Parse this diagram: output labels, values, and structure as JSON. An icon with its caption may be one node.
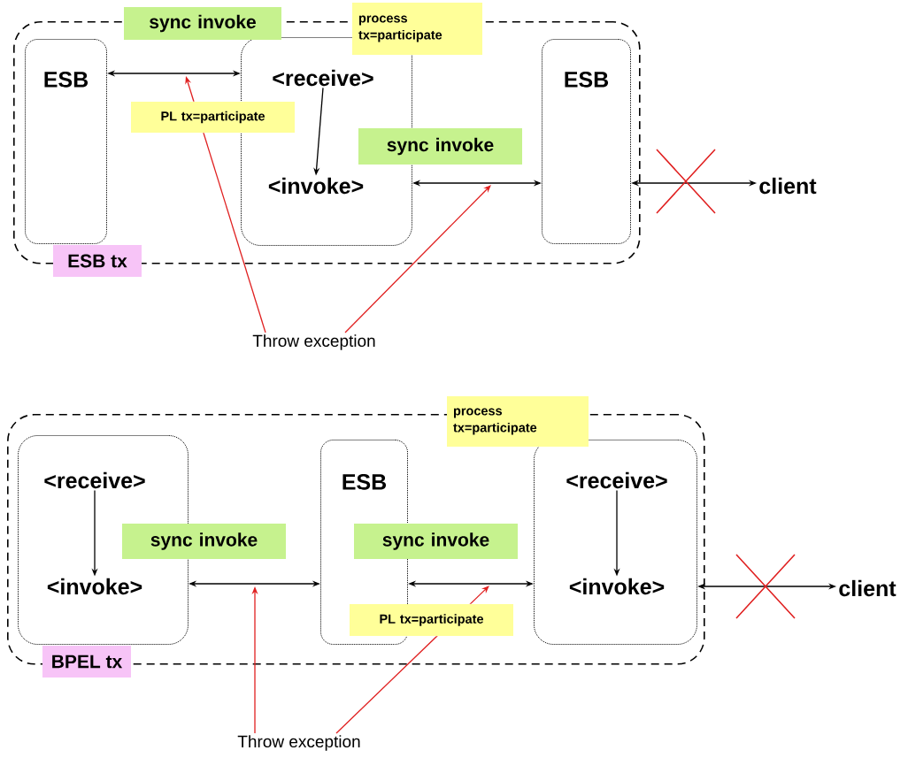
{
  "diagram": {
    "nodes": [
      {
        "text": [
          "ESB tx"
        ]
      },
      {
        "text": [
          "ESB"
        ],
        "in": 0
      },
      {
        "text": [],
        "shape": "box",
        "in": 0
      },
      {
        "text": [
          "<receive>"
        ],
        "in": 2
      },
      {
        "text": [
          "<invoke>"
        ],
        "in": 2
      },
      {
        "text": [
          "ESB"
        ],
        "in": 0
      },
      {
        "text": [
          "client"
        ]
      },
      {
        "text": [
          "sync invoke"
        ]
      },
      {
        "text": [
          "process tx=participate"
        ]
      },
      {
        "text": [
          "PL tx=participate"
        ],
        "in": 0
      },
      {
        "text": [
          "sync invoke"
        ],
        "in": 0
      },
      {
        "text": [
          "Throw exception"
        ]
      },
      {
        "text": [
          "BPEL tx"
        ]
      },
      {
        "text": [],
        "shape": "box",
        "in": 12
      },
      {
        "text": [
          "<receive>"
        ],
        "in": 13
      },
      {
        "text": [
          "<invoke>"
        ],
        "in": 13
      },
      {
        "text": [
          "ESB"
        ],
        "in": 12
      },
      {
        "text": [],
        "shape": "box",
        "in": 12
      },
      {
        "text": [
          "<receive>"
        ],
        "in": 17
      },
      {
        "text": [
          "<invoke>"
        ],
        "in": 17
      },
      {
        "text": [
          "client"
        ]
      },
      {
        "text": [
          "process tx=participate"
        ]
      },
      {
        "text": [
          "sync invoke"
        ],
        "in": 12
      },
      {
        "text": [
          "sync invoke"
        ],
        "in": 12
      },
      {
        "text": [
          "PL tx=participate"
        ],
        "in": 12
      },
      {
        "text": [
          "Throw exception"
        ]
      }
    ],
    "edges": [
      {
        "from": 1,
        "to": 2,
        "arrow": "both"
      },
      {
        "from": 3,
        "to": 4,
        "arrow": "to"
      },
      {
        "from": 2,
        "to": 5,
        "arrow": "both"
      },
      {
        "from": 5,
        "to": 6,
        "arrow": "both"
      },
      {
        "from": 11,
        "to": null,
        "arrow": "to",
        "color": "#e02020"
      },
      {
        "from": 11,
        "to": null,
        "arrow": "to",
        "color": "#e02020"
      },
      {
        "from": 14,
        "to": 15,
        "arrow": "to"
      },
      {
        "from": 13,
        "to": 16,
        "arrow": "both"
      },
      {
        "from": 16,
        "to": 17,
        "arrow": "both"
      },
      {
        "from": 18,
        "to": 19,
        "arrow": "to"
      },
      {
        "from": 17,
        "to": 20,
        "arrow": "both"
      },
      {
        "from": 25,
        "to": null,
        "arrow": "to",
        "color": "#e02020"
      },
      {
        "from": 25,
        "to": null,
        "arrow": "to",
        "color": "#e02020"
      }
    ]
  }
}
